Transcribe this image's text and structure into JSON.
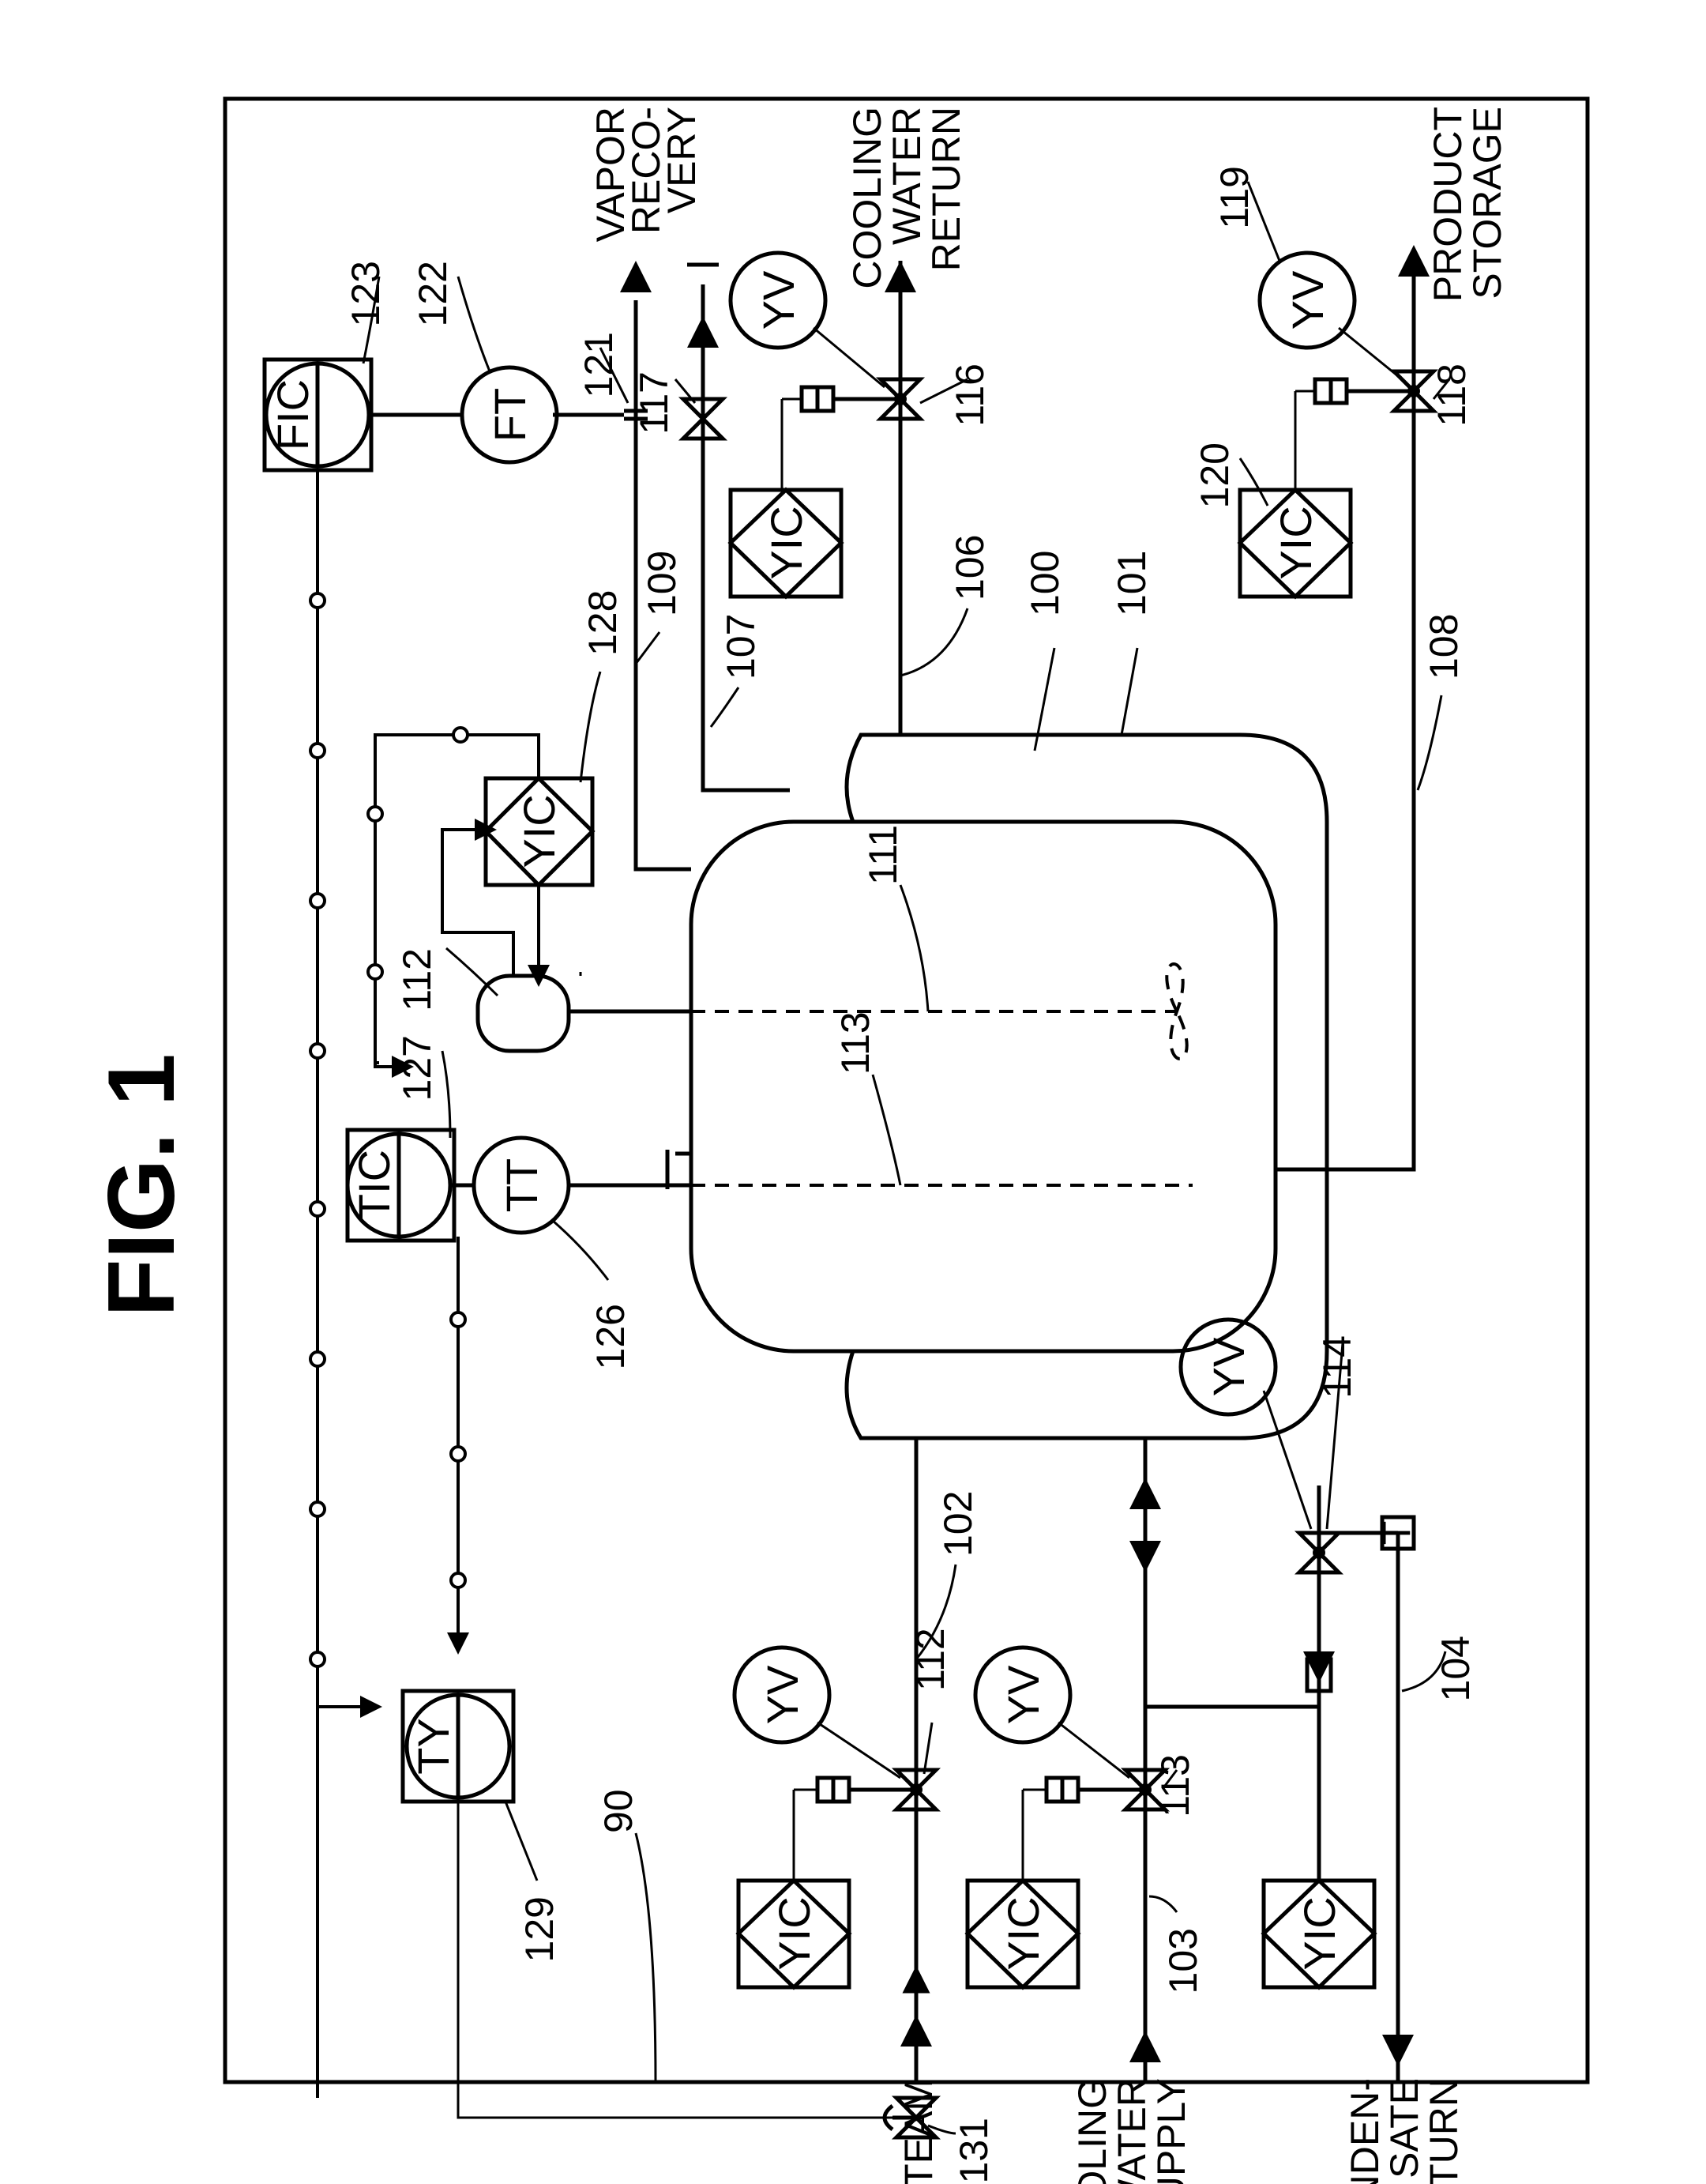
{
  "figure": {
    "title": "FIG. 1",
    "frame_ref": "90",
    "streams": {
      "steam": "STEAM",
      "cooling_water_supply": [
        "COOLING",
        "WATER",
        "SUPPLY"
      ],
      "condensate_return": [
        "CONDEN-",
        "SATE",
        "RETURN"
      ],
      "vapor_recovery": [
        "VAPOR",
        "RECO-",
        "VERY"
      ],
      "cooling_water_return": [
        "COOLING",
        "WATER",
        "RETURN"
      ],
      "product_storage": [
        "PRODUCT",
        "STORAGE"
      ]
    },
    "instruments": {
      "fic": "FIC",
      "ft": "FT",
      "tic": "TIC",
      "tt": "TT",
      "ty": "TY",
      "yic": "YIC",
      "yv": "YV",
      "t": "T"
    },
    "refs": {
      "r100": "100",
      "r101": "101",
      "r102": "102",
      "r103": "103",
      "r104": "104",
      "r106": "106",
      "r107": "107",
      "r108": "108",
      "r109": "109",
      "r111": "111",
      "r112a": "112",
      "r112b": "112",
      "r113a": "113",
      "r113b": "113",
      "r114": "114",
      "r116": "116",
      "r117": "117",
      "r118": "118",
      "r119": "119",
      "r120": "120",
      "r121": "121",
      "r122": "122",
      "r123": "123",
      "r126": "126",
      "r127": "127",
      "r128": "128",
      "r129": "129",
      "r131": "131"
    }
  }
}
